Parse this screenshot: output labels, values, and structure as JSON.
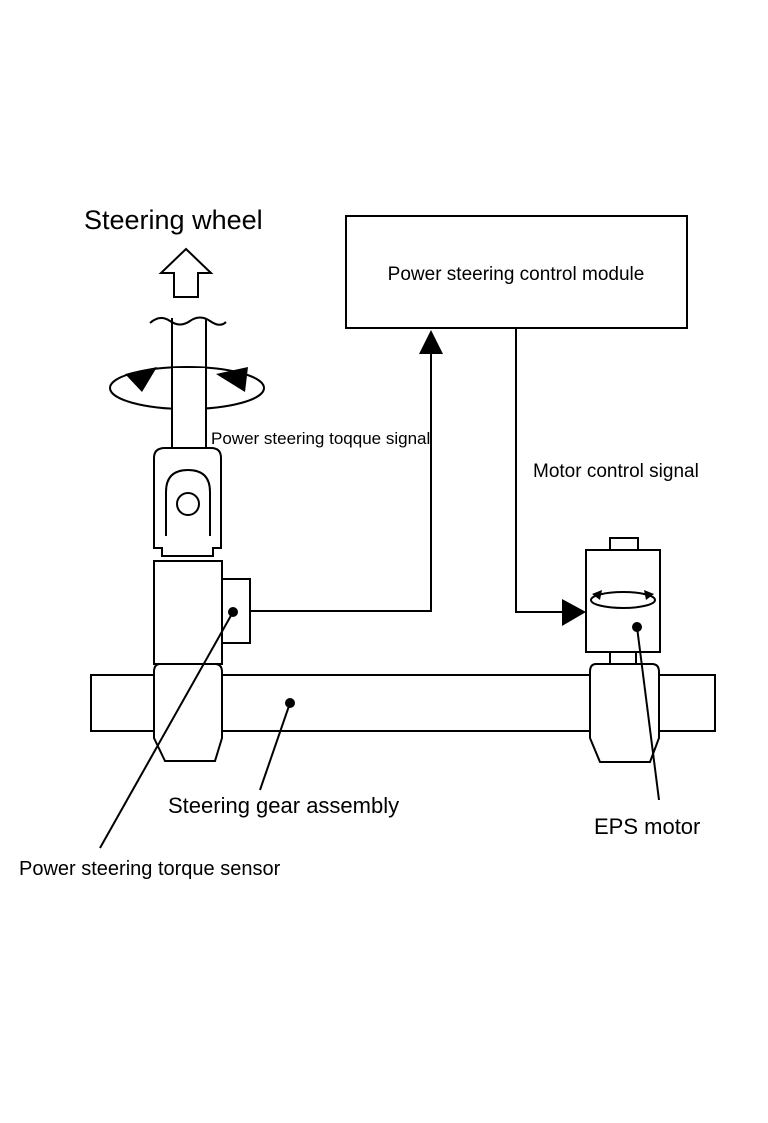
{
  "labels": {
    "steering_wheel": "Steering wheel",
    "control_module": "Power steering control module",
    "torque_signal": "Power steering toqque signal",
    "motor_control_signal": "Motor control signal",
    "steering_gear_assembly": "Steering gear assembly",
    "eps_motor": "EPS motor",
    "torque_sensor": "Power steering torque sensor"
  }
}
